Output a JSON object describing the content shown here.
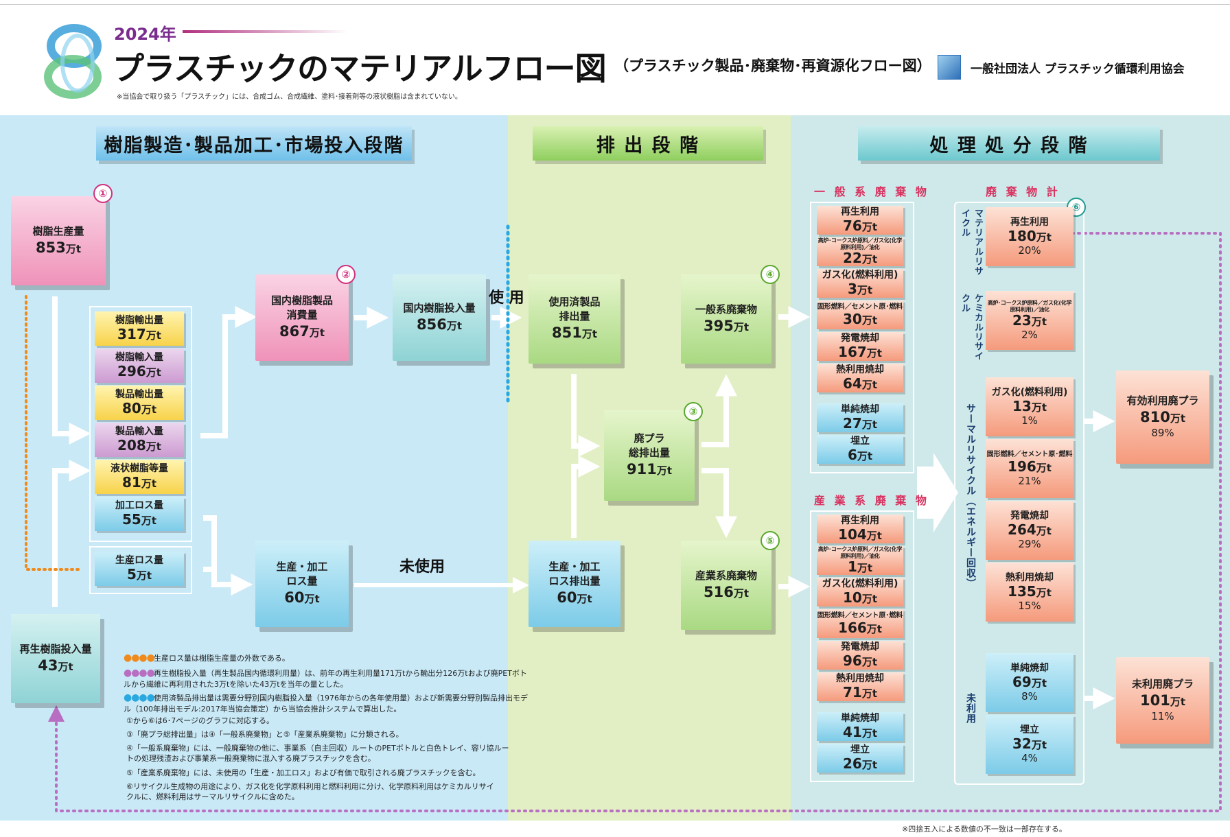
{
  "header": {
    "year": "2024年",
    "title": "プラスチックのマテリアルフロー図",
    "subtitle": "（プラスチック製品･廃棄物･再資源化フロー図）",
    "organization": "一般社団法人 プラスチック循環利用協会",
    "note": "※当協会で取り扱う「プラスチック」には、合成ゴム、合成繊維、塗料･接着剤等の液状樹脂は含まれていない。"
  },
  "stages": {
    "production": "樹脂製造･製品加工･市場投入段階",
    "emission": "排 出 段 階",
    "treatment": "処 理 処 分 段 階"
  },
  "markers": [
    "①",
    "②",
    "③",
    "④",
    "⑤",
    "⑥"
  ],
  "production": {
    "resin_production": {
      "label": "樹脂生産量",
      "value": "853",
      "unit": "万t"
    },
    "recycled_input": {
      "label": "再生樹脂投入量",
      "value": "43",
      "unit": "万t"
    },
    "trade": [
      {
        "label": "樹脂輸出量",
        "value": "317",
        "unit": "万t"
      },
      {
        "label": "樹脂輸入量",
        "value": "296",
        "unit": "万t"
      },
      {
        "label": "製品輸出量",
        "value": "80",
        "unit": "万t"
      },
      {
        "label": "製品輸入量",
        "value": "208",
        "unit": "万t"
      },
      {
        "label": "液状樹脂等量",
        "value": "81",
        "unit": "万t"
      },
      {
        "label": "加工ロス量",
        "value": "55",
        "unit": "万t"
      }
    ],
    "production_loss": {
      "label": "生産ロス量",
      "value": "5",
      "unit": "万t"
    },
    "domestic_consumption": {
      "label1": "国内樹脂製品",
      "label2": "消費量",
      "value": "867",
      "unit": "万t"
    },
    "domestic_input": {
      "label": "国内樹脂投入量",
      "value": "856",
      "unit": "万t"
    },
    "process_loss": {
      "label1": "生産・加工",
      "label2": "ロス量",
      "value": "60",
      "unit": "万t"
    }
  },
  "flow_labels": {
    "used": "使 用",
    "unused": "未使用"
  },
  "emission": {
    "used_products": {
      "label1": "使用済製品",
      "label2": "排出量",
      "value": "851",
      "unit": "万t"
    },
    "loss_emission": {
      "label1": "生産・加工",
      "label2": "ロス排出量",
      "value": "60",
      "unit": "万t"
    },
    "total_waste": {
      "label1": "廃プラ",
      "label2": "総排出量",
      "value": "911",
      "unit": "万t"
    },
    "general_waste": {
      "label": "一般系廃棄物",
      "value": "395",
      "unit": "万t"
    },
    "industrial_waste": {
      "label": "産業系廃棄物",
      "value": "516",
      "unit": "万t"
    }
  },
  "general_breakdown": {
    "title": "一 般 系 廃 棄 物",
    "items": [
      {
        "label": "再生利用",
        "value": "76",
        "unit": "万t"
      },
      {
        "label": "高炉･コークス炉原料／ガス化(化学原料利用)／油化",
        "value": "22",
        "unit": "万t"
      },
      {
        "label": "ガス化(燃料利用)",
        "value": "3",
        "unit": "万t"
      },
      {
        "label": "固形燃料／セメント原･燃料",
        "value": "30",
        "unit": "万t"
      },
      {
        "label": "発電焼却",
        "value": "167",
        "unit": "万t"
      },
      {
        "label": "熱利用焼却",
        "value": "64",
        "unit": "万t"
      },
      {
        "label": "単純焼却",
        "value": "27",
        "unit": "万t"
      },
      {
        "label": "埋立",
        "value": "6",
        "unit": "万t"
      }
    ]
  },
  "industrial_breakdown": {
    "title": "産 業 系 廃 棄 物",
    "items": [
      {
        "label": "再生利用",
        "value": "104",
        "unit": "万t"
      },
      {
        "label": "高炉･コークス炉原料／ガス化(化学原料利用)／油化",
        "value": "1",
        "unit": "万t"
      },
      {
        "label": "ガス化(燃料利用)",
        "value": "10",
        "unit": "万t"
      },
      {
        "label": "固形燃料／セメント原･燃料",
        "value": "166",
        "unit": "万t"
      },
      {
        "label": "発電焼却",
        "value": "96",
        "unit": "万t"
      },
      {
        "label": "熱利用焼却",
        "value": "71",
        "unit": "万t"
      },
      {
        "label": "単純焼却",
        "value": "41",
        "unit": "万t"
      },
      {
        "label": "埋立",
        "value": "26",
        "unit": "万t"
      }
    ]
  },
  "totals": {
    "title": "廃 棄 物 計",
    "categories": {
      "material": "マテリアルリサイクル",
      "chemical": "ケミカルリサイクル",
      "thermal": "サーマルリサイクル（エネルギー回収）",
      "unused": "未利用"
    },
    "items": [
      {
        "label": "再生利用",
        "value": "180",
        "unit": "万t",
        "pct": "20%"
      },
      {
        "label": "高炉･コークス炉原料／ガス化(化学原料利用)／油化",
        "value": "23",
        "unit": "万t",
        "pct": "2%"
      },
      {
        "label": "ガス化(燃料利用)",
        "value": "13",
        "unit": "万t",
        "pct": "1%"
      },
      {
        "label": "固形燃料／セメント原･燃料",
        "value": "196",
        "unit": "万t",
        "pct": "21%"
      },
      {
        "label": "発電焼却",
        "value": "264",
        "unit": "万t",
        "pct": "29%"
      },
      {
        "label": "熱利用焼却",
        "value": "135",
        "unit": "万t",
        "pct": "15%"
      },
      {
        "label": "単純焼却",
        "value": "69",
        "unit": "万t",
        "pct": "8%"
      },
      {
        "label": "埋立",
        "value": "32",
        "unit": "万t",
        "pct": "4%"
      }
    ],
    "effective": {
      "label": "有効利用廃プラ",
      "value": "810",
      "unit": "万t",
      "pct": "89%"
    },
    "unused_plastic": {
      "label": "未利用廃プラ",
      "value": "101",
      "unit": "万t",
      "pct": "11%"
    }
  },
  "notes": [
    {
      "dots": "●●●●",
      "color": "#ef8a1c",
      "text": "生産ロス量は樹脂生産量の外数である。"
    },
    {
      "dots": "●●●●",
      "color": "#b86fc1",
      "text": "再生樹脂投入量（再生製品国内循環利用量）は、前年の再生利用量171万tから輸出分126万tおよび廃PETボトルから繊維に再利用された3万tを除いた43万tを当年の量とした。"
    },
    {
      "dots": "●●●●",
      "color": "#2aa8e0",
      "text": "使用済製品排出量は需要分野別国内樹脂投入量（1976年からの各年使用量）および新需要分野別製品排出モデル（100年排出モデル:2017年当協会策定）から当協会推計システムで算出した。"
    },
    {
      "dots": "",
      "color": "#222",
      "text": "①から⑥は6･7ページのグラフに対応する。"
    },
    {
      "dots": "",
      "color": "#222",
      "text": "③「廃プラ総排出量」は④「一般系廃棄物」と⑤「産業系廃棄物」に分類される。"
    },
    {
      "dots": "",
      "color": "#222",
      "text": "④「一般系廃棄物」には、一般廃棄物の他に、事業系（自主回収）ルートのPETボトルと白色トレイ、容リ協ルートの処理残渣および事業系一般廃棄物に混入する廃プラスチックを含む。"
    },
    {
      "dots": "",
      "color": "#222",
      "text": "⑤「産業系廃棄物」には、未使用の「生産・加工ロス」および有価で取引される廃プラスチックを含む。"
    },
    {
      "dots": "",
      "color": "#222",
      "text": "⑥リサイクル生成物の用途により、ガス化を化学原料利用と燃料利用に分け、化学原料利用はケミカルリサイクルに、燃料利用はサーマルリサイクルに含めた。"
    }
  ],
  "footnote": "※四捨五入による数値の不一致は一部存在する。",
  "colors": {
    "band_production": "#c9e9f7",
    "band_emission": "#e2efc4",
    "band_treatment": "#cfe9ea",
    "title_purple": "#7a2d8e",
    "category_red": "#d9305e"
  }
}
